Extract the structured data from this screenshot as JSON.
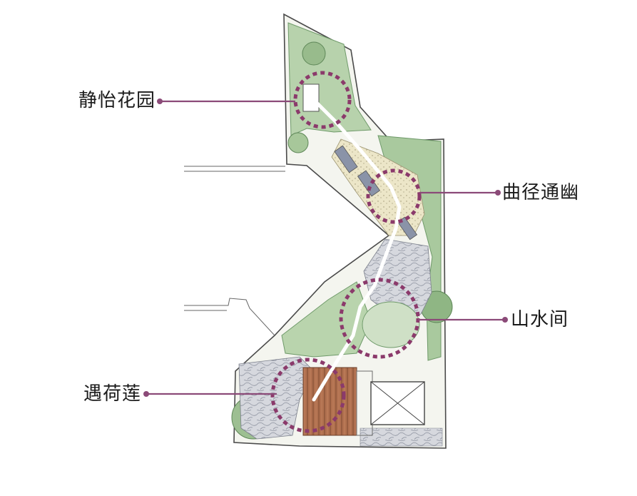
{
  "labels": {
    "quiet_garden": "静怡花园",
    "winding_path": "曲径通幽",
    "mountain_water": "山水间",
    "lotus_meeting": "遇荷莲"
  },
  "colors": {
    "marker": "#8b3a6b",
    "callout_line": "#8b4a78",
    "greenery": "#9cbf94",
    "greenery_dark": "#6f9a6a",
    "deck_wood": "#a9684a",
    "stone_paving": "#c9ccd4",
    "gravel": "#e8e2c4",
    "outline": "#4a4a4a"
  }
}
